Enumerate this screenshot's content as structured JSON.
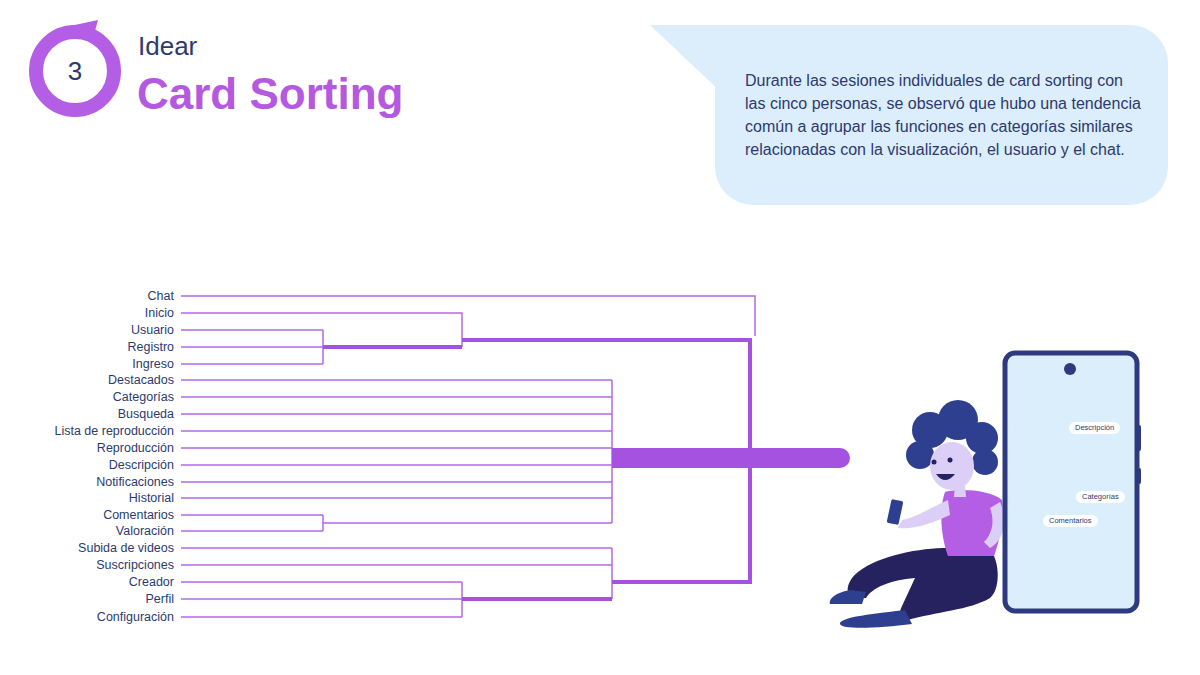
{
  "diagram": {
    "title": "Card Sorting",
    "nodes": [
      {
        "text": [
          "3"
        ]
      },
      {
        "text": [
          "Durante las sesiones individuales de card sorting con las cinco personas, se observó que hubo una tendencia común a agrupar las funciones en categorías similares relacionadas con la visualización, el usuario y el chat."
        ]
      },
      {
        "text": [
          "Descripción"
        ]
      },
      {
        "text": [
          "Categorías"
        ]
      },
      {
        "text": [
          "Comentarios"
        ]
      }
    ],
    "labels": [
      "Idear",
      "Chat",
      "Inicio",
      "Usuario",
      "Registro",
      "Ingreso",
      "Destacados",
      "Categorías",
      "Busqueda",
      "Lista de reproducción",
      "Reproducción",
      "Descripción",
      "Notificaciones",
      "Historial",
      "Comentarios",
      "Valoración",
      "Subida de videos",
      "Suscripciones",
      "Creador",
      "Perfil",
      "Configuración"
    ]
  }
}
